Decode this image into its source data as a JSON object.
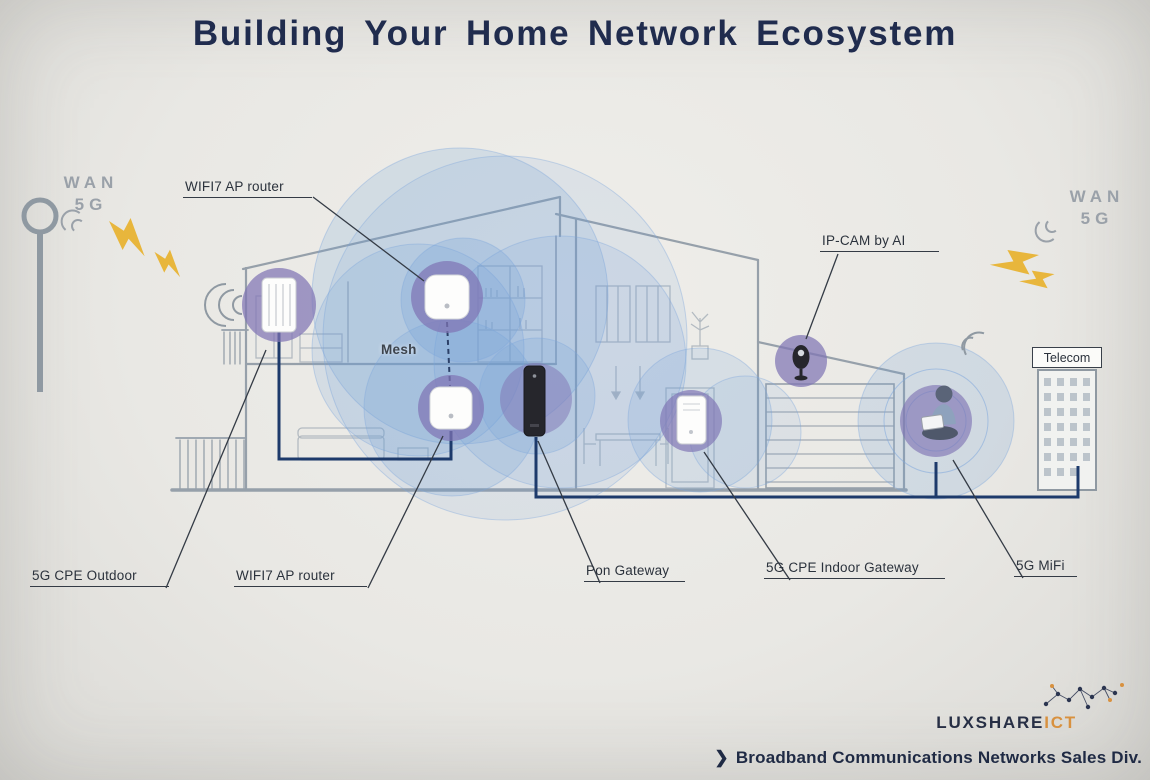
{
  "title": "Building Your Home Network Ecosystem",
  "wan_left": {
    "line1": "WAN",
    "line2": "5G"
  },
  "wan_right": {
    "line1": "WAN",
    "line2": "5G"
  },
  "callouts": {
    "wifi7_ap_top": "WIFI7 AP router",
    "ip_cam": "IP-CAM by AI",
    "cpe_outdoor": "5G CPE Outdoor",
    "wifi7_ap_bottom": "WIFI7 AP router",
    "pon_gateway": "Pon Gateway",
    "cpe_indoor": "5G CPE Indoor Gateway",
    "mifi": "5G MiFi"
  },
  "diagram": {
    "mesh_label": "Mesh",
    "telecom_label": "Telecom"
  },
  "footer": {
    "brand": "LUXSHARE",
    "brand_suffix": "ICT",
    "chevron": "❯",
    "division": "Broadband Communications Networks Sales Div."
  },
  "colors": {
    "title_navy": "#202c4e",
    "cable_navy": "#1d3a6b",
    "coverage_blue": "#6f9ed8",
    "device_purple": "#7f74b4",
    "lightning_yellow": "#e8b63c",
    "structure_gray": "#96a0aa",
    "brand_orange": "#d8913f"
  }
}
